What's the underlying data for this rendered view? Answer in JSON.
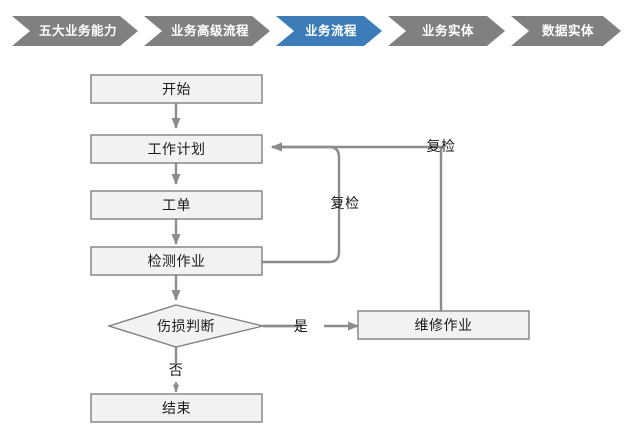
{
  "breadcrumb": {
    "active_index": 2,
    "colors": {
      "inactive": "#808080",
      "active": "#3C7CB8",
      "text": "#ffffff"
    },
    "items": [
      {
        "label": "五大业务能力"
      },
      {
        "label": "业务高级流程"
      },
      {
        "label": "业务流程"
      },
      {
        "label": "业务实体"
      },
      {
        "label": "数据实体"
      }
    ]
  },
  "diagram": {
    "colors": {
      "node_fill": "#F2F2F2",
      "node_stroke": "#808080",
      "connector": "#808080",
      "text": "#1a1a1a"
    },
    "nodes": [
      {
        "id": "start",
        "label": "开始",
        "shape": "rect"
      },
      {
        "id": "workplan",
        "label": "工作计划",
        "shape": "rect"
      },
      {
        "id": "workorder",
        "label": "工单",
        "shape": "rect"
      },
      {
        "id": "inspect",
        "label": "检测作业",
        "shape": "rect"
      },
      {
        "id": "decision",
        "label": "伤损判断",
        "shape": "diamond"
      },
      {
        "id": "repair",
        "label": "维修作业",
        "shape": "rect"
      },
      {
        "id": "end",
        "label": "结束",
        "shape": "rect"
      }
    ],
    "edge_labels": [
      {
        "id": "recheck-top",
        "label": "复检"
      },
      {
        "id": "recheck-middle",
        "label": "复检"
      },
      {
        "id": "yes",
        "label": "是"
      },
      {
        "id": "no",
        "label": "否"
      }
    ]
  }
}
